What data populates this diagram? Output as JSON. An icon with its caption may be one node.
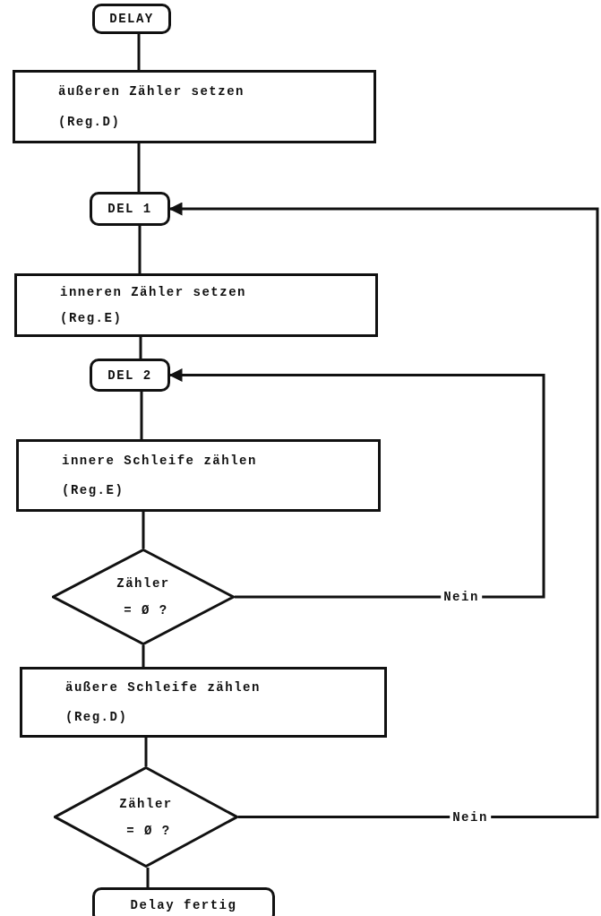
{
  "diagram": {
    "nodes": [
      {
        "text": [
          "DELAY"
        ]
      },
      {
        "text": [
          "äußeren Zähler setzen",
          "(Reg.D)"
        ]
      },
      {
        "text": [
          "DEL 1"
        ]
      },
      {
        "text": [
          "inneren Zähler setzen",
          "(Reg.E)"
        ]
      },
      {
        "text": [
          "DEL 2"
        ]
      },
      {
        "text": [
          "innere Schleife zählen",
          "(Reg.E)"
        ]
      },
      {
        "text": [
          "Zähler",
          "= Ø ?"
        ]
      },
      {
        "text": [
          "äußere Schleife zählen",
          "(Reg.D)"
        ]
      },
      {
        "text": [
          "Zähler",
          "= Ø ?"
        ]
      },
      {
        "text": [
          "Delay fertig"
        ]
      }
    ],
    "edges": [
      {
        "from": 0,
        "to": 1,
        "arrow": "none"
      },
      {
        "from": 1,
        "to": 2,
        "arrow": "none"
      },
      {
        "from": 2,
        "to": 3,
        "arrow": "none"
      },
      {
        "from": 3,
        "to": 4,
        "arrow": "none"
      },
      {
        "from": 4,
        "to": 5,
        "arrow": "none"
      },
      {
        "from": 5,
        "to": 6,
        "arrow": "none"
      },
      {
        "from": 6,
        "to": 4,
        "arrow": "to",
        "label": "Nein"
      },
      {
        "from": 6,
        "to": 7,
        "arrow": "none"
      },
      {
        "from": 7,
        "to": 8,
        "arrow": "none"
      },
      {
        "from": 8,
        "to": 2,
        "arrow": "to",
        "label": "Nein"
      },
      {
        "from": 8,
        "to": 9,
        "arrow": "none"
      }
    ]
  }
}
